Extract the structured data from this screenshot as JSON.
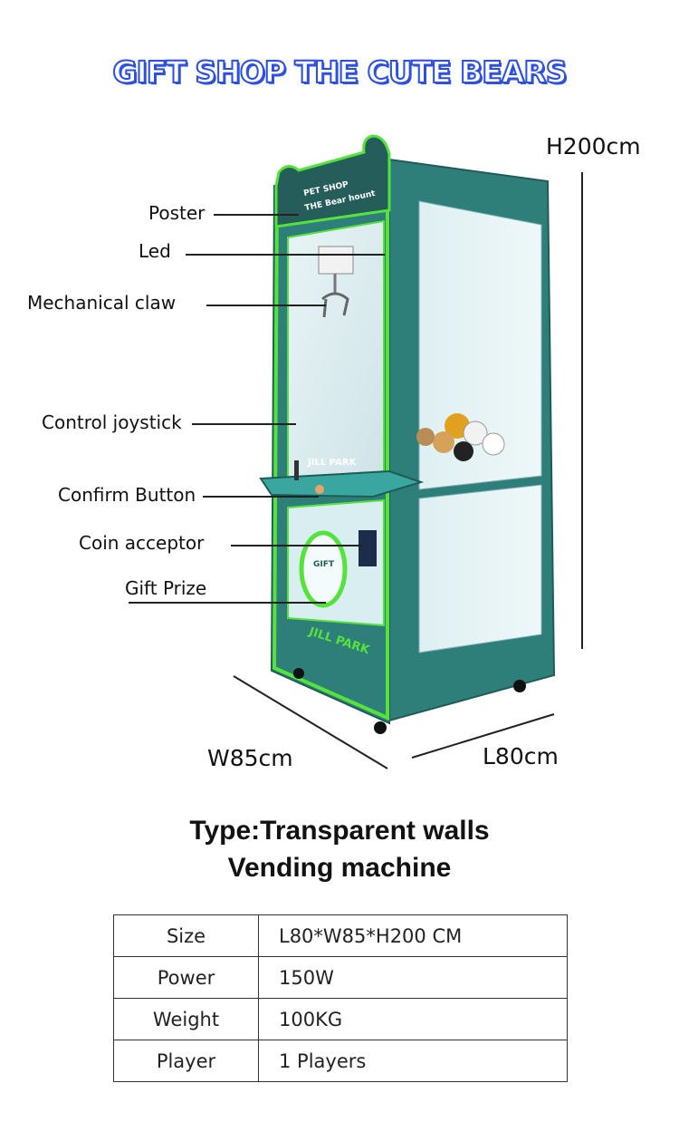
{
  "banner": {
    "title": "GIFT SHOP THE CUTE BEARS"
  },
  "callouts": {
    "poster": "Poster",
    "led": "Led",
    "claw": "Mechanical claw",
    "joystick": "Control joystick",
    "confirm": "Confirm Button",
    "coin": "Coin acceptor",
    "gift": "Gift Prize"
  },
  "dimensions": {
    "height": "H200cm",
    "width": "W85cm",
    "length": "L80cm"
  },
  "machine_prints": {
    "poster_line1": "PET SHOP",
    "poster_line2": "THE Bear hount",
    "logo": "JILL PARK",
    "gift_badge": "GIFT"
  },
  "type": {
    "line1": "Type:Transparent walls",
    "line2": "Vending machine"
  },
  "specs": [
    {
      "key": "Size",
      "value": "L80*W85*H200 CM"
    },
    {
      "key": "Power",
      "value": "150W"
    },
    {
      "key": "Weight",
      "value": "100KG"
    },
    {
      "key": "Player",
      "value": "1 Players"
    }
  ],
  "colors": {
    "cabinet": "#2e7f7a",
    "neon_green": "#55e23a",
    "banner_blue": "#2d4fe0"
  }
}
